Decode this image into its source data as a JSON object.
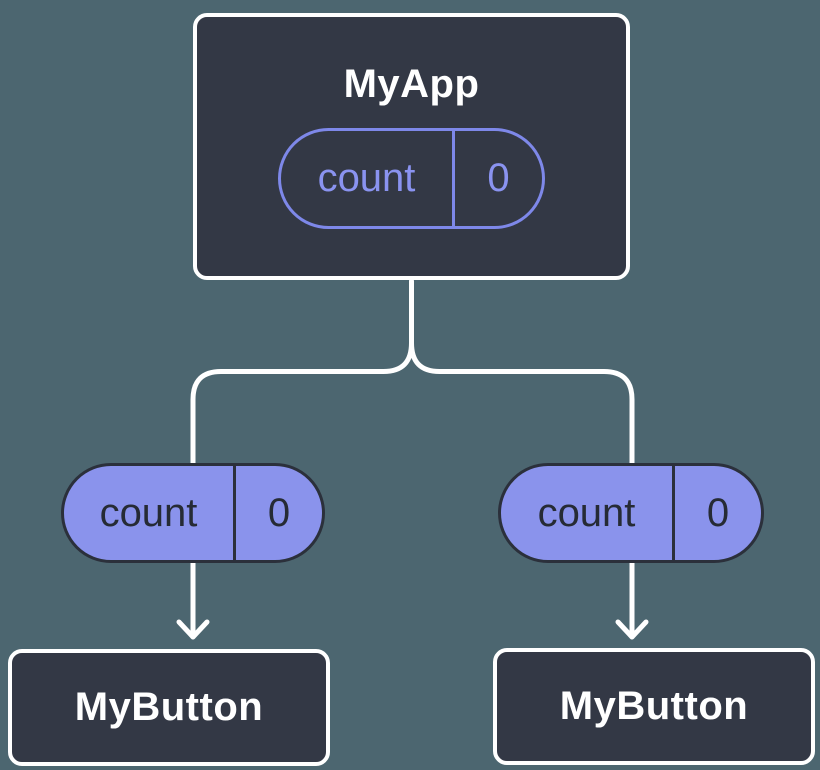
{
  "diagram": {
    "description": "Component tree: parent component holding state, passing a prop down to two child components",
    "root": {
      "title": "MyApp",
      "state_pill": {
        "key": "count",
        "value": "0"
      }
    },
    "left_branch": {
      "prop_pill": {
        "key": "count",
        "value": "0"
      },
      "child": {
        "title": "MyButton"
      }
    },
    "right_branch": {
      "prop_pill": {
        "key": "count",
        "value": "0"
      },
      "child": {
        "title": "MyButton"
      }
    },
    "colors": {
      "background": "#4C6670",
      "node_fill": "#333845",
      "node_border": "#FFFFFF",
      "connector": "#FFFFFF",
      "state_pill_outline": "#7E88E9",
      "state_pill_text": "#8A93F0",
      "prop_pill_fill": "#8A93EC",
      "prop_pill_border": "#2B303B",
      "prop_pill_text": "#262B35"
    }
  }
}
